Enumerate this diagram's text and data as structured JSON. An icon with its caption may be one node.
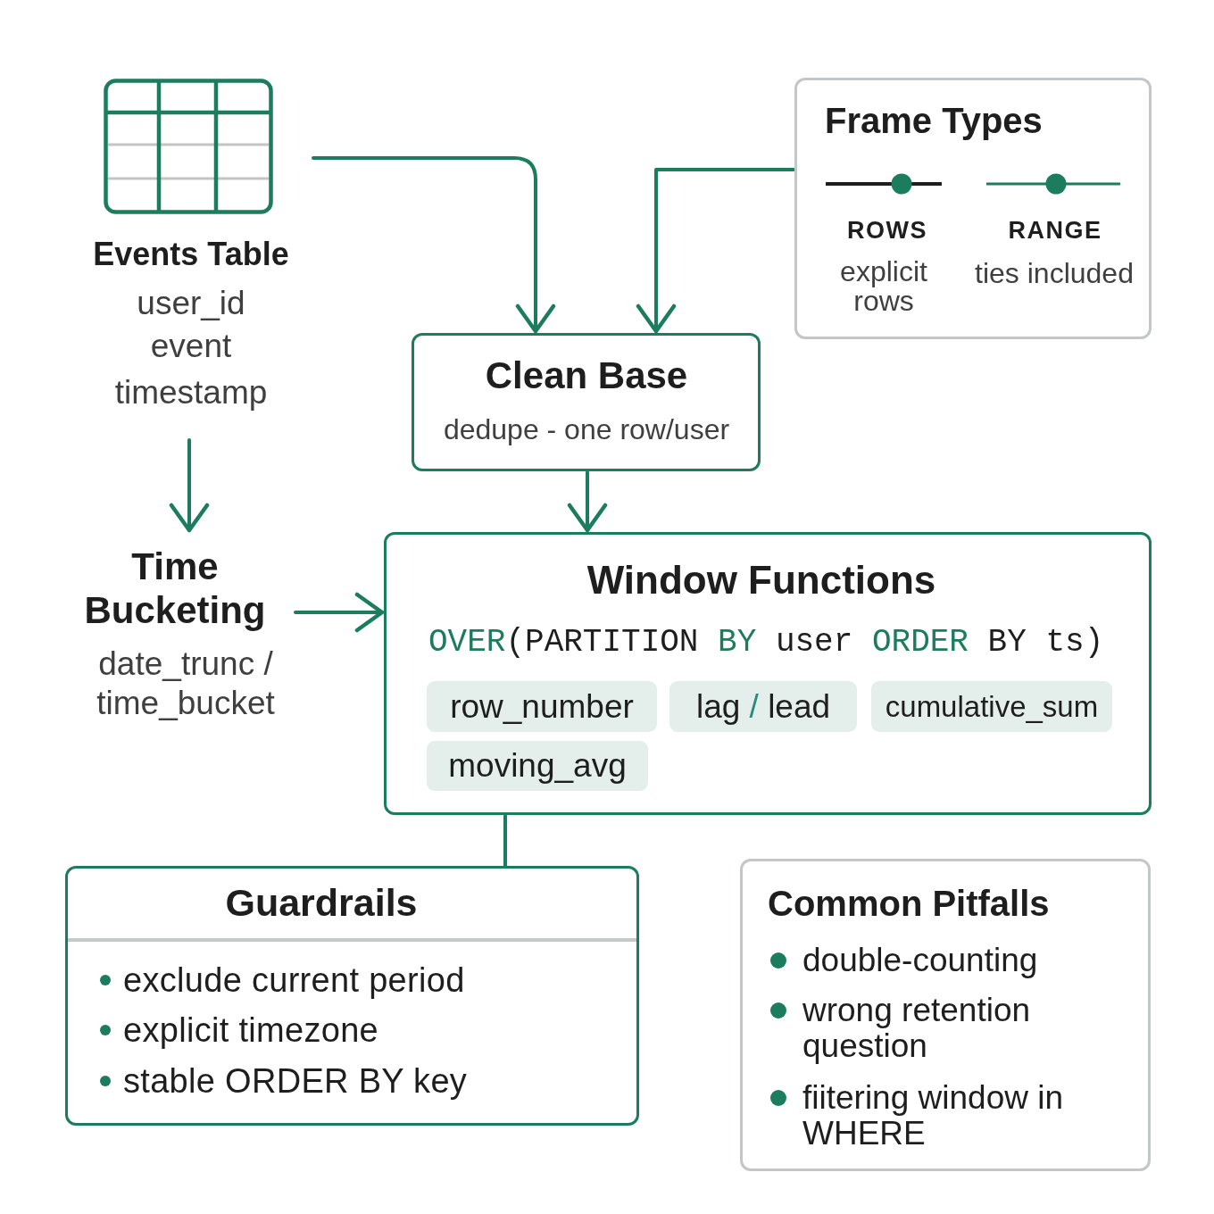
{
  "diagram": {
    "nodes": [
      {
        "text": [
          "Events Table",
          "user_id",
          "event",
          "timestamp"
        ]
      },
      {
        "text": [
          "Frame Types",
          "ROWS",
          "explicit rows",
          "RANGE",
          "ties included"
        ]
      },
      {
        "text": [
          "Clean Base",
          "dedupe - one row/user"
        ]
      },
      {
        "text": [
          "Time Bucketing",
          "date_trunc / time_bucket"
        ]
      },
      {
        "text": [
          "Window Functions",
          "OVER(PARTITION BY user ORDER BY ts)"
        ]
      },
      {
        "text": [
          "row_number"
        ],
        "in": 4
      },
      {
        "text": [
          "lag / lead"
        ],
        "in": 4
      },
      {
        "text": [
          "cumulative_sum"
        ],
        "in": 4
      },
      {
        "text": [
          "moving_avg"
        ],
        "in": 4
      },
      {
        "text": [
          "Guardrails",
          "exclude current period",
          "explicit timezone",
          "stable ORDER BY key"
        ]
      },
      {
        "text": [
          "Common Pitfalls",
          "double-counting",
          "wrong retention question",
          "fiitering window in WHERE"
        ]
      }
    ],
    "edges": [
      {
        "from": 0,
        "to": 2,
        "arrow": "to"
      },
      {
        "from": 1,
        "to": 2,
        "arrow": "to"
      },
      {
        "from": 0,
        "to": 3,
        "arrow": "to"
      },
      {
        "from": 2,
        "to": 4,
        "arrow": "to"
      },
      {
        "from": 3,
        "to": 4,
        "arrow": "to"
      },
      {
        "from": 4,
        "to": 9,
        "arrow": "none"
      }
    ]
  }
}
